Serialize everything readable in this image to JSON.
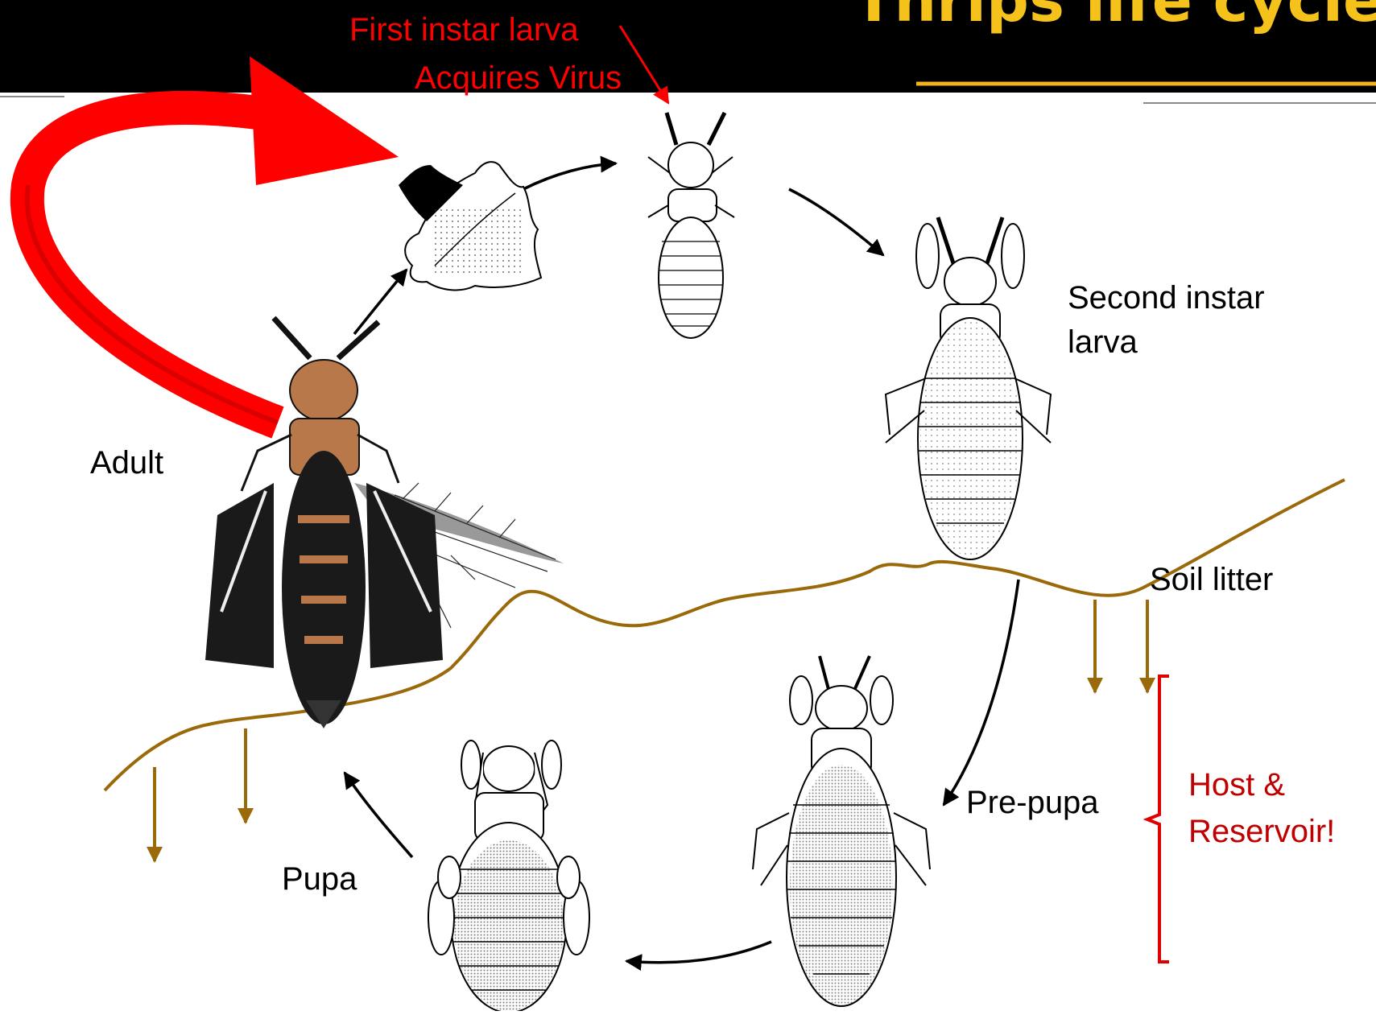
{
  "slide": {
    "title": "Thrips life cycle",
    "title_color": "#f5c21c",
    "header_bg": "#000000",
    "rule_color": "#f5b21c"
  },
  "labels": {
    "first_instar_line1": "First instar larva",
    "first_instar_line2": "Acquires Virus",
    "second_instar_line1": "Second instar",
    "second_instar_line2": "larva",
    "adult": "Adult",
    "soil_litter": "Soil litter",
    "pre_pupa": "Pre-pupa",
    "pupa": "Pupa",
    "host_reservoir_line1": "Host &",
    "host_reservoir_line2": "Reservoir!"
  },
  "colors": {
    "label": "#000000",
    "accent_red": "#ff0000",
    "host_text": "#c00000",
    "soil_line": "#9a6a0a",
    "arrow": "#000000"
  },
  "icons": [
    "leaf-icon",
    "first-instar-larva-icon",
    "second-instar-larva-icon",
    "adult-thrips-icon",
    "pre-pupa-icon",
    "pupa-icon"
  ]
}
